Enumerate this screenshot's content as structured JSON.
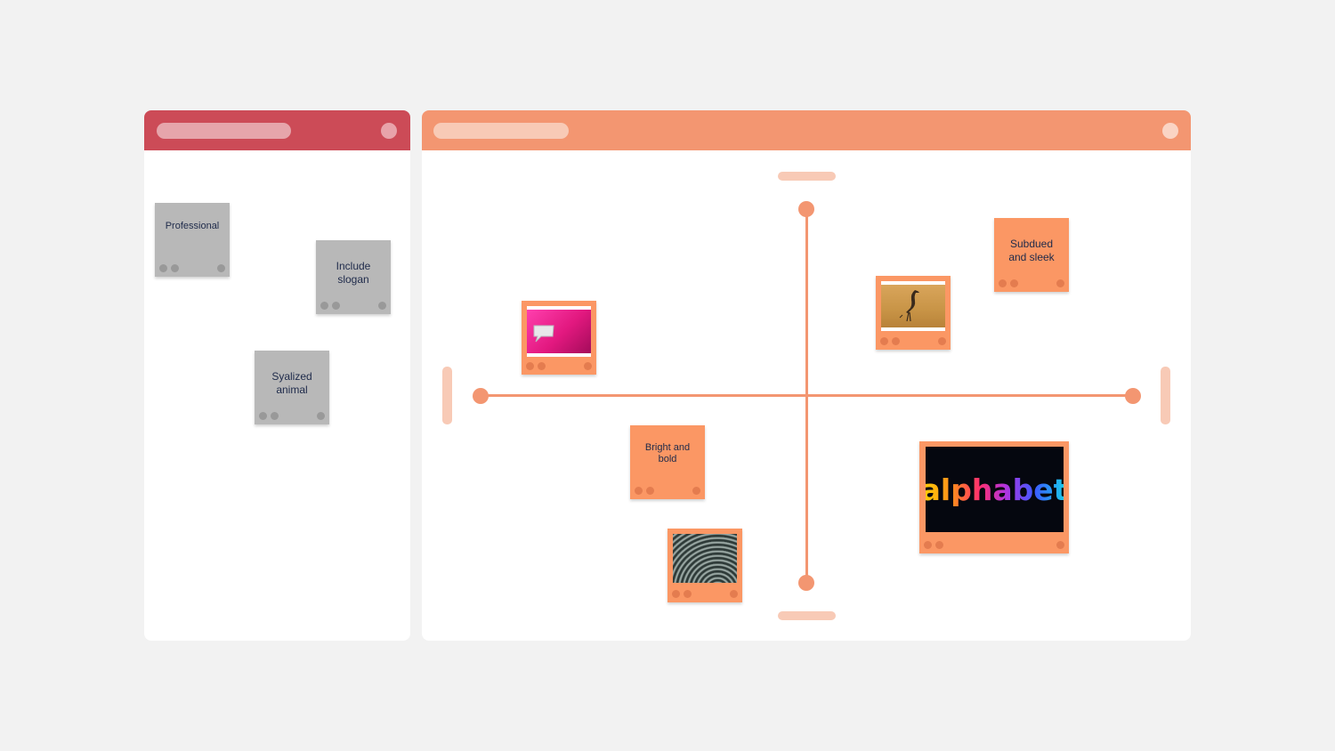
{
  "colors": {
    "left_header": "#cc4b57",
    "right_header": "#f39671",
    "gray_note": "#b8b8b8",
    "orange_note": "#fb9764",
    "note_text": "#1e2a4a"
  },
  "left_panel": {
    "notes": [
      {
        "text": "Professional"
      },
      {
        "text": "Include slogan"
      },
      {
        "text": "Syalized animal"
      }
    ]
  },
  "right_panel": {
    "notes": [
      {
        "text": "Subdued and sleek"
      },
      {
        "text": "Bright and bold"
      }
    ],
    "image_notes": [
      {
        "image": "pink-speech-bubble-image"
      },
      {
        "image": "heron-bird-image"
      },
      {
        "image": "alphabet-logo-image",
        "caption": "alphabet"
      },
      {
        "image": "concentric-pattern-image"
      }
    ]
  }
}
